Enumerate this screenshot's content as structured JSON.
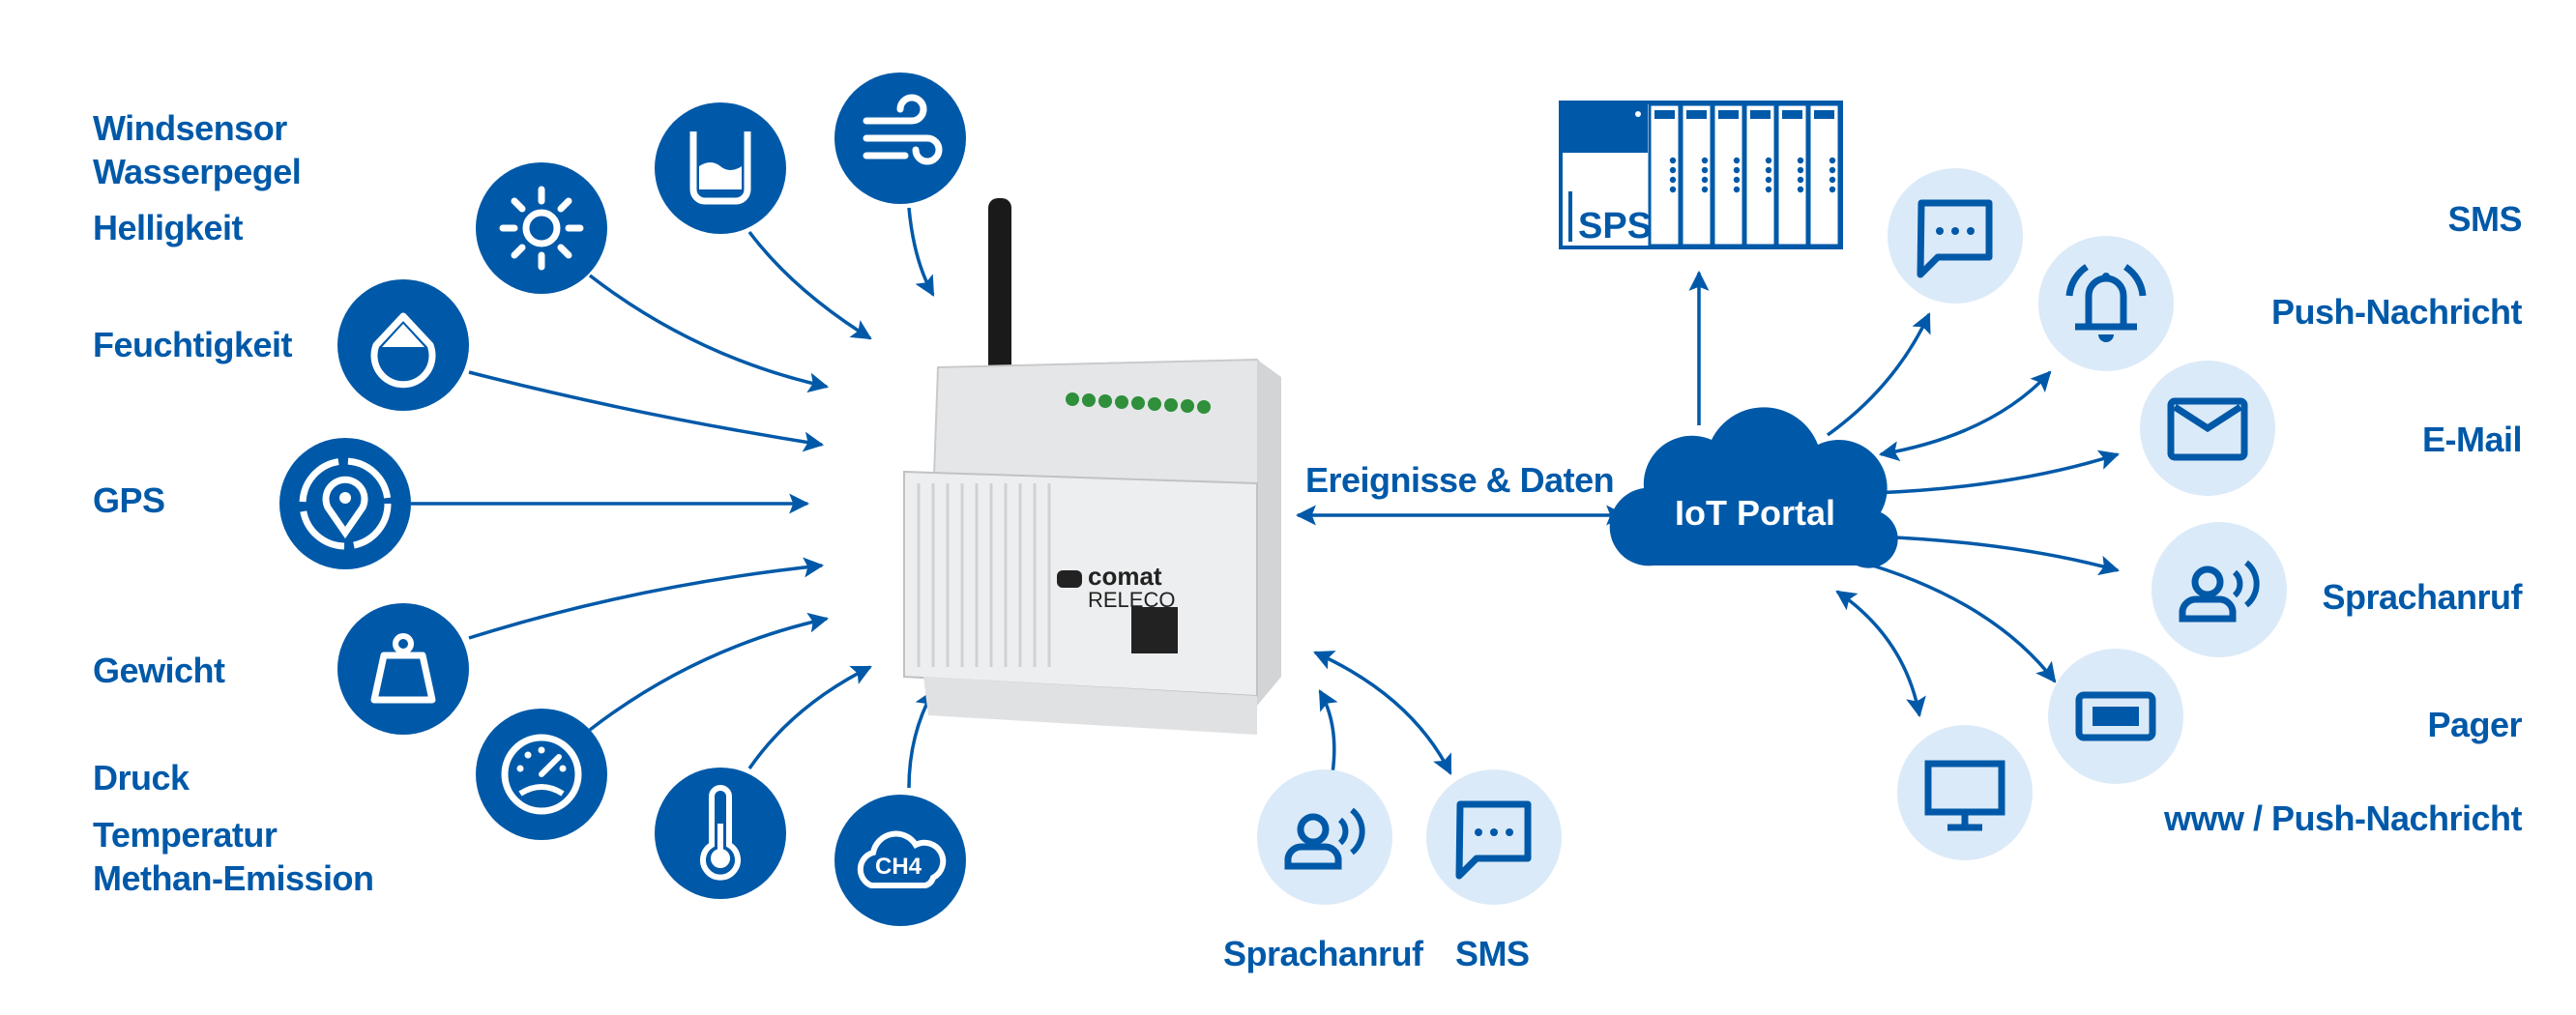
{
  "colors": {
    "brand": "#0059a8",
    "light": "#dbeaf8"
  },
  "sensors": [
    {
      "label": "Windsensor",
      "icon": "wind-icon"
    },
    {
      "label": "Wasserpegel",
      "icon": "beaker-water-icon"
    },
    {
      "label": "Helligkeit",
      "icon": "sun-icon"
    },
    {
      "label": "Feuchtigkeit",
      "icon": "drop-icon"
    },
    {
      "label": "GPS",
      "icon": "gps-icon"
    },
    {
      "label": "Gewicht",
      "icon": "weight-icon"
    },
    {
      "label": "Druck",
      "icon": "gauge-icon"
    },
    {
      "label": "Temperatur",
      "icon": "thermometer-icon"
    },
    {
      "label": "Methan-Emission",
      "icon": "ch4-cloud-icon"
    }
  ],
  "ch4_label": "CH4",
  "device": {
    "logo_top": "comat",
    "logo_bottom": "RELECO"
  },
  "link_label": "Ereignisse & Daten",
  "portal_label": "IoT Portal",
  "sps_label": "SPS",
  "direct": [
    {
      "label": "Sprachanruf",
      "icon": "voice-call-icon"
    },
    {
      "label": "SMS",
      "icon": "sms-icon"
    }
  ],
  "outputs": [
    {
      "label": "SMS",
      "icon": "sms-icon"
    },
    {
      "label": "Push-Nachricht",
      "icon": "bell-icon"
    },
    {
      "label": "E-Mail",
      "icon": "mail-icon"
    },
    {
      "label": "Sprachanruf",
      "icon": "voice-call-icon"
    },
    {
      "label": "Pager",
      "icon": "pager-icon"
    },
    {
      "label": "www / Push-Nachricht",
      "icon": "monitor-icon"
    }
  ]
}
